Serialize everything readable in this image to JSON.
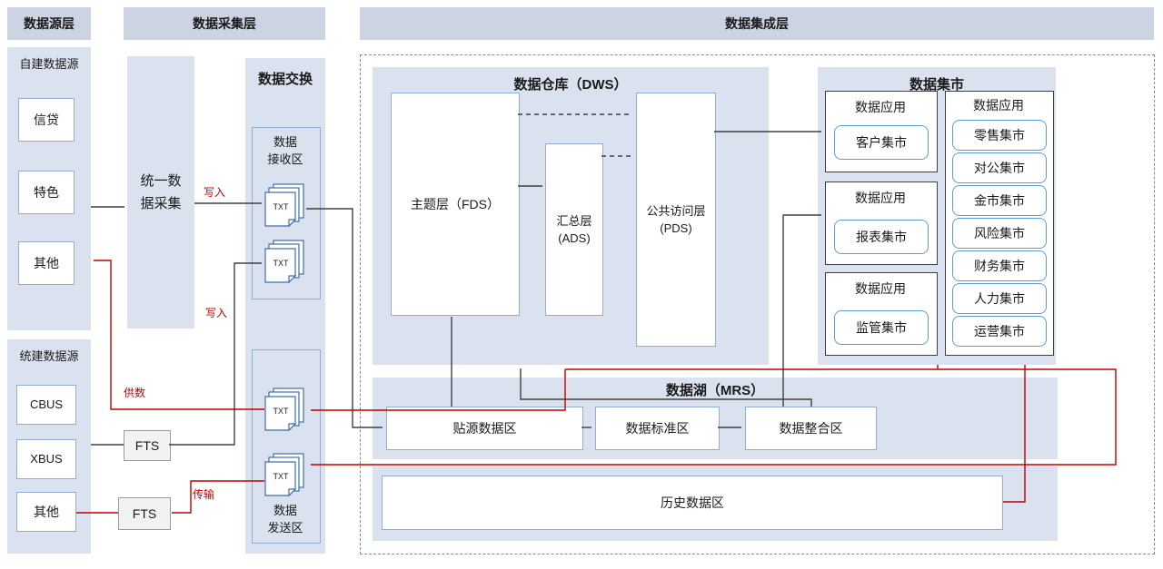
{
  "headers": {
    "source": "数据源层",
    "collect": "数据采集层",
    "integrate": "数据集成层"
  },
  "source": {
    "self_built": {
      "title": "自建数据源",
      "items": [
        "信贷",
        "特色",
        "其他"
      ]
    },
    "unified": {
      "title": "统建数据源",
      "items": [
        "CBUS",
        "XBUS",
        "其他"
      ]
    }
  },
  "collect": {
    "unified_collect": "统一数据采集",
    "fts_top": "FTS",
    "fts_bottom": "FTS",
    "exchange": {
      "title": "数据交换",
      "receive_lines": [
        "数据",
        "接收区"
      ],
      "send_lines": [
        "数据",
        "发送区"
      ],
      "txt_label": "TXT"
    }
  },
  "flow_labels": {
    "write_top": "写入",
    "write_mid": "写入",
    "supply": "供数",
    "transfer": "传输"
  },
  "warehouse": {
    "title": "数据仓库（DWS）",
    "fds": "主题层（FDS）",
    "ads_line1": "汇总层",
    "ads_line2": "(ADS)",
    "pds_line1": "公共访问层",
    "pds_line2": "(PDS)"
  },
  "mart": {
    "title": "数据集市",
    "left_groups": [
      {
        "label": "数据应用",
        "item": "客户集市"
      },
      {
        "label": "数据应用",
        "item": "报表集市"
      },
      {
        "label": "数据应用",
        "item": "监管集市"
      }
    ],
    "right_group": {
      "label": "数据应用",
      "items": [
        "零售集市",
        "对公集市",
        "金市集市",
        "风险集市",
        "财务集市",
        "人力集市",
        "运营集市"
      ]
    }
  },
  "lake": {
    "title": "数据湖（MRS）",
    "items": [
      "贴源数据区",
      "数据标准区",
      "数据整合区"
    ]
  },
  "history": {
    "label": "历史数据区"
  },
  "colors": {
    "band": "#ccd4e4",
    "panel": "#dbe2ef",
    "box_border": "#93aed2",
    "mart_border": "#5b9bd5",
    "arrow_black": "#404040",
    "accent_red": "#c00000"
  }
}
